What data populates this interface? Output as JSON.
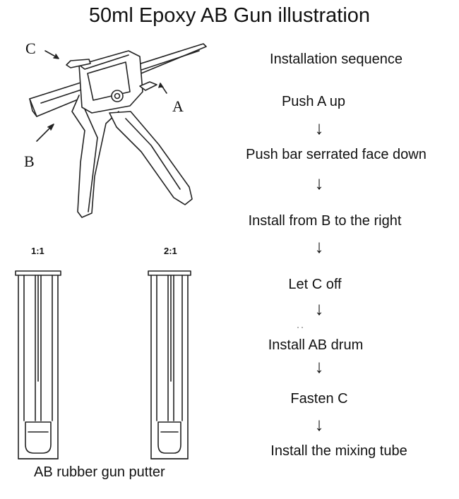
{
  "title": "50ml Epoxy AB Gun illustration",
  "labels": {
    "a": "A",
    "b": "B",
    "c": "C"
  },
  "ratios": [
    "1:1",
    "2:1"
  ],
  "caption": "AB rubber gun putter",
  "sequence": {
    "heading": "Installation sequence",
    "steps": [
      "Push A up",
      "Push bar serrated face down",
      "Install from B to the right",
      "Let C off",
      "Install AB drum",
      "Fasten C",
      "Install the mixing tube"
    ],
    "arrow_glyph": "↓"
  }
}
